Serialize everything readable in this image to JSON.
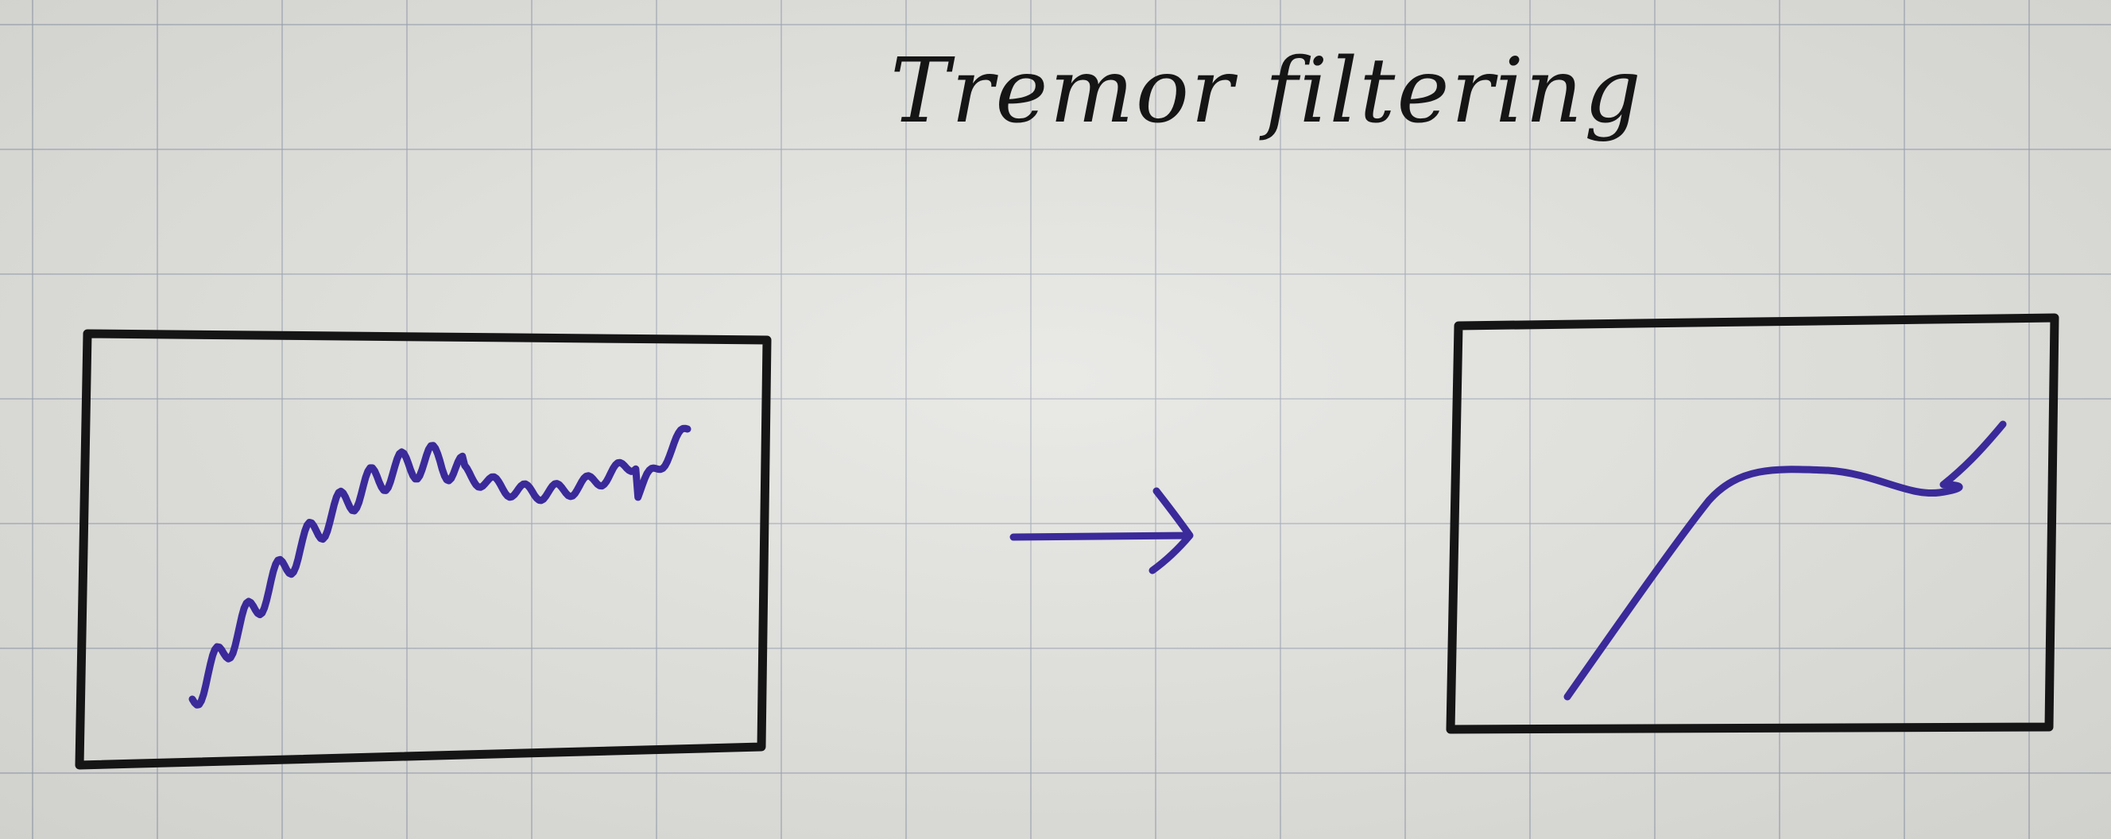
{
  "title": "Tremor filtering",
  "colors": {
    "ink": "#151515",
    "pen": "#3a2a9a"
  },
  "panels": [
    {
      "name": "tremor-signal",
      "signal": "noisy"
    },
    {
      "name": "filtered-signal",
      "signal": "smooth"
    }
  ]
}
